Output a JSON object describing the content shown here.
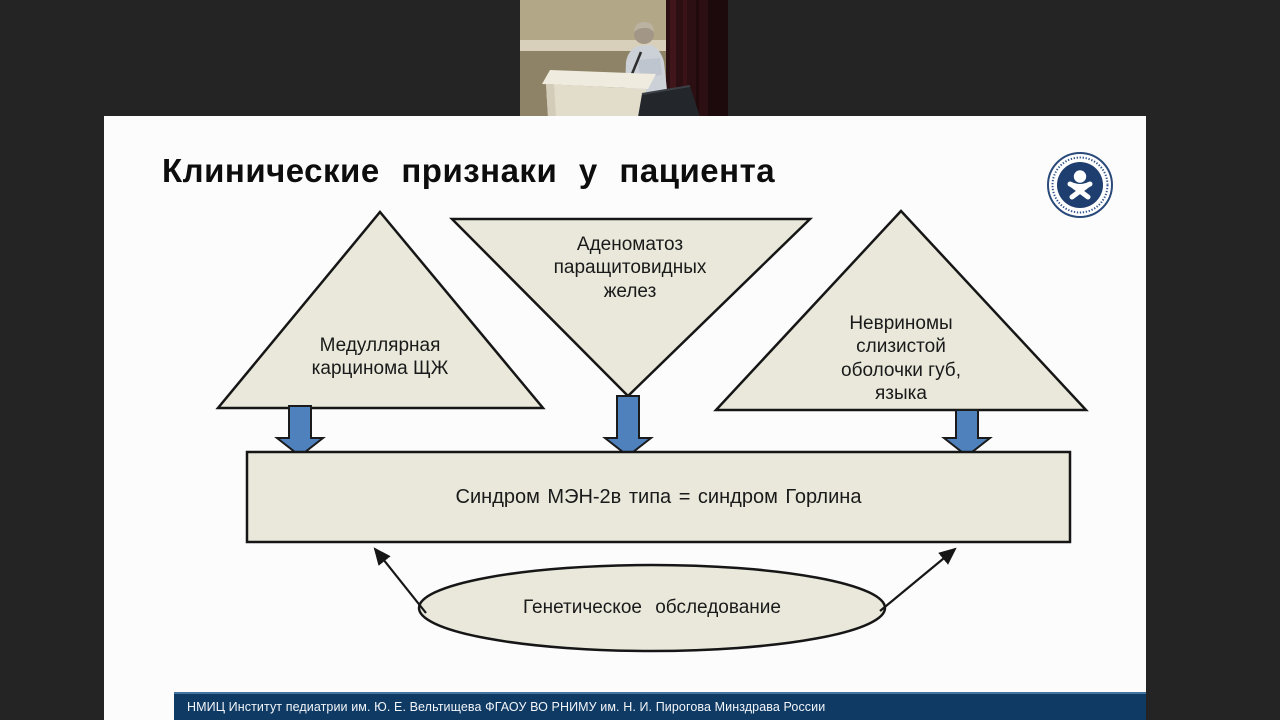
{
  "app": {
    "video_feed": {
      "description": "presenter-at-podium-video"
    }
  },
  "slide": {
    "title": "Клинические признаки у пациента",
    "triangles": [
      {
        "id": "left",
        "label": "Медуллярная карцинома ЩЖ"
      },
      {
        "id": "middle",
        "label": "Аденоматоз паращитовидных желез"
      },
      {
        "id": "right",
        "label": "Невриномы слизистой оболочки губ, языка"
      }
    ],
    "result_box": {
      "label": "Синдром МЭН-2в типа = синдром Горлина"
    },
    "ellipse": {
      "label": "Генетическое обследование"
    },
    "footer": "НМИЦ Институт педиатрии им. Ю. Е. Вельтищева ФГАОУ ВО РНИМУ им. Н. И. Пирогова Минздрава России",
    "colors": {
      "shape_fill": "#e9e8db",
      "shape_stroke": "#161616",
      "arrow_blue": "#4f81bd",
      "footer_navy": "#0f3a64",
      "logo_navy": "#1d3e6e",
      "slide_bg": "#fcfcfc",
      "letterbox_bg": "#242424"
    }
  }
}
